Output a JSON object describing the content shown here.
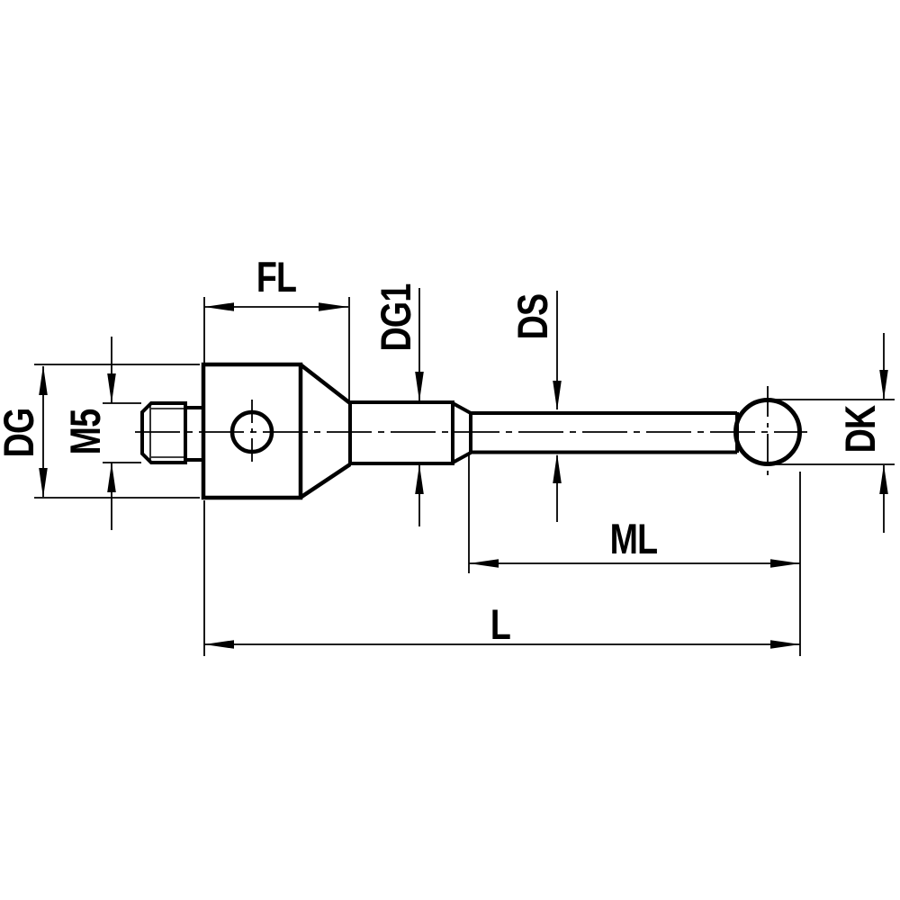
{
  "drawing": {
    "description": "Technical dimension drawing of a CMM stylus: M5 threaded shank, cylindrical holder body with cross hole, taper, stepped stem and ball tip",
    "background_color": "#ffffff",
    "line_color": "#000000",
    "labels": {
      "fl": "FL",
      "dg": "DG",
      "m5": "M5",
      "dg1": "DG1",
      "ds": "DS",
      "dk": "DK",
      "ml": "ML",
      "l": "L"
    }
  }
}
